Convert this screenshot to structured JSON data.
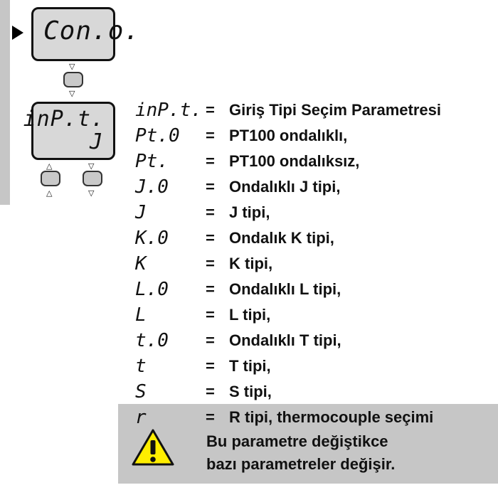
{
  "menu": {
    "top_display": "Con.o.",
    "main_display_line1": "inP.t.",
    "main_display_line2": "J"
  },
  "parameters": [
    {
      "code": "inP.t.",
      "description": "Giriş Tipi Seçim Parametresi"
    },
    {
      "code": "Pt.0",
      "description": "PT100 ondalıklı,"
    },
    {
      "code": "Pt.",
      "description": "PT100 ondalıksız,"
    },
    {
      "code": "J.0",
      "description": "Ondalıklı J tipi,"
    },
    {
      "code": "J",
      "description": "J tipi,"
    },
    {
      "code": "K.0",
      "description": "Ondalık K tipi,"
    },
    {
      "code": "K",
      "description": "K tipi,"
    },
    {
      "code": "L.0",
      "description": "Ondalıklı L tipi,"
    },
    {
      "code": "L",
      "description": "L tipi,"
    },
    {
      "code": "t.0",
      "description": "Ondalıklı T tipi,"
    },
    {
      "code": "t",
      "description": "T tipi,"
    },
    {
      "code": "S",
      "description": "S tipi,"
    },
    {
      "code": "r",
      "description": "R tipi, thermocouple seçimi"
    }
  ],
  "equals_sign": "=",
  "warning": {
    "line1": "Bu parametre değiştikce",
    "line2": "bazı parametreler değişir."
  },
  "colors": {
    "panel_gray": "#c6c6c6",
    "lcd_gray": "#d8d8d8",
    "warning_yellow": "#ffee00"
  }
}
